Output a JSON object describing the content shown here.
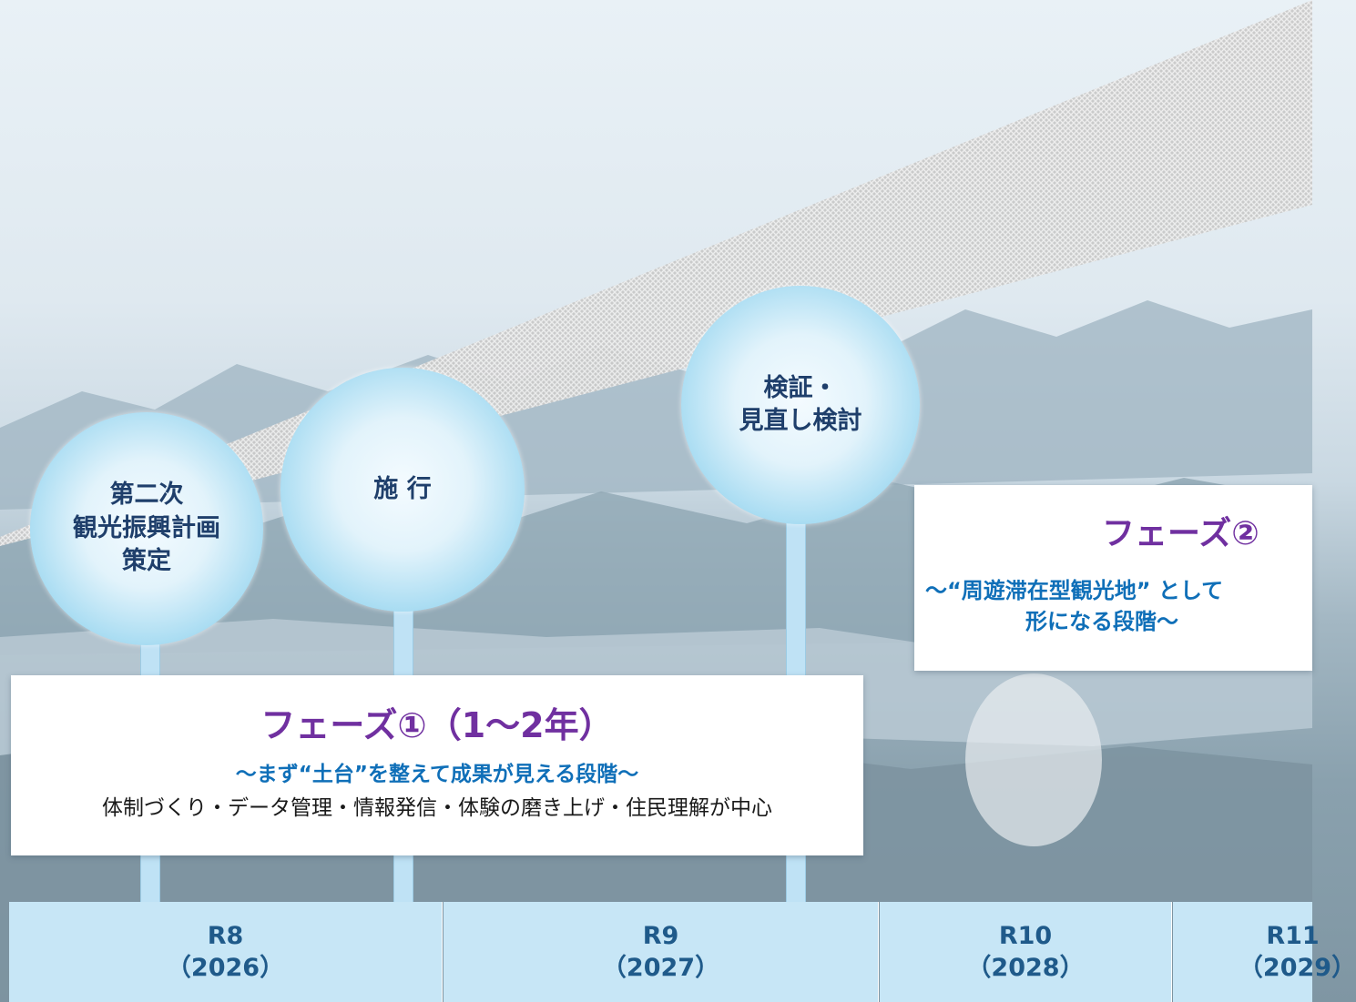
{
  "milestones": [
    {
      "label": "第二次\n観光振興計画\n策定"
    },
    {
      "label": "施 行"
    },
    {
      "label": "検証・\n見直し検討"
    }
  ],
  "phase1": {
    "title": "フェーズ①（1～2年）",
    "subtitle": "～まず“土台”を整えて成果が見える段階～",
    "description": "体制づくり・データ管理・情報発信・体験の磨き上げ・住民理解が中心"
  },
  "phase2": {
    "title": "フェーズ②",
    "subtitle_line1": "～“周遊滞在型観光地” として",
    "subtitle_line2": "形になる段階～"
  },
  "timeline": [
    {
      "year": "R8",
      "western": "（2026）"
    },
    {
      "year": "R9",
      "western": "（2027）"
    },
    {
      "year": "R10",
      "western": "（2028）"
    },
    {
      "year": "R11",
      "western": "（2029）"
    }
  ],
  "colors": {
    "phase_title": "#7030a0",
    "phase_subtitle": "#0f6fb8",
    "milestone_text": "#1f3f6b",
    "timeline_bg": "#c7e6f6",
    "timeline_text": "#1f5a8a"
  }
}
